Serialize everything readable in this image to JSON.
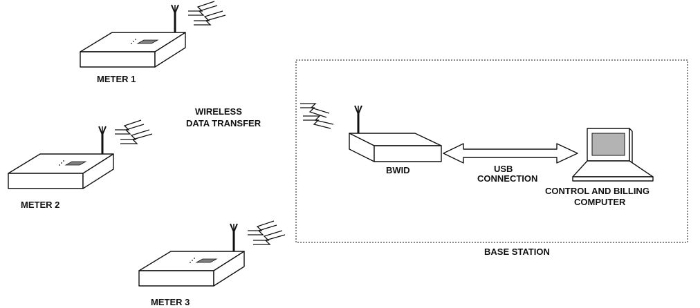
{
  "meters": [
    {
      "label": "METER 1"
    },
    {
      "label": "METER 2"
    },
    {
      "label": "METER 3"
    }
  ],
  "wireless_label": [
    "WIRELESS",
    "DATA TRANSFER"
  ],
  "bwid_label": "BWID",
  "usb_label": [
    "USB",
    "CONNECTION"
  ],
  "computer_label": [
    "CONTROL AND BILLING",
    "COMPUTER"
  ],
  "base_station_label": "BASE STATION",
  "colors": {
    "line": "#111111",
    "screen": "#b3b3b3",
    "meter_display": "#808080",
    "background": "#ffffff"
  }
}
